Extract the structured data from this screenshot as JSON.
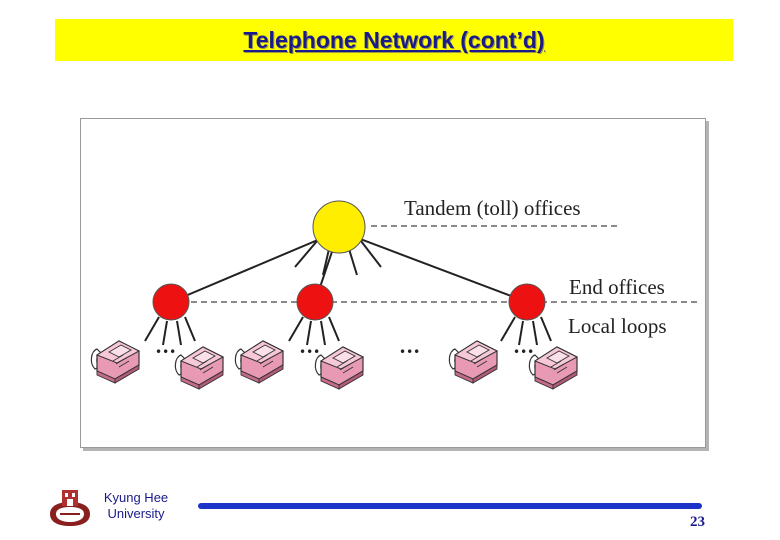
{
  "slide": {
    "title": "Telephone Network (cont’d)",
    "page_number": "23"
  },
  "footer": {
    "university_line1": "Kyung Hee",
    "university_line2": "University",
    "logo_icon": "university-seal-icon"
  },
  "diagram": {
    "labels": {
      "tandem": "Tandem (toll) offices",
      "end": "End offices",
      "local": "Local loops"
    },
    "ellipsis": "•••",
    "node_colors": {
      "tandem": "#ffee00",
      "end_office": "#ee1111"
    },
    "telephone_icon": "telephone-icon"
  }
}
